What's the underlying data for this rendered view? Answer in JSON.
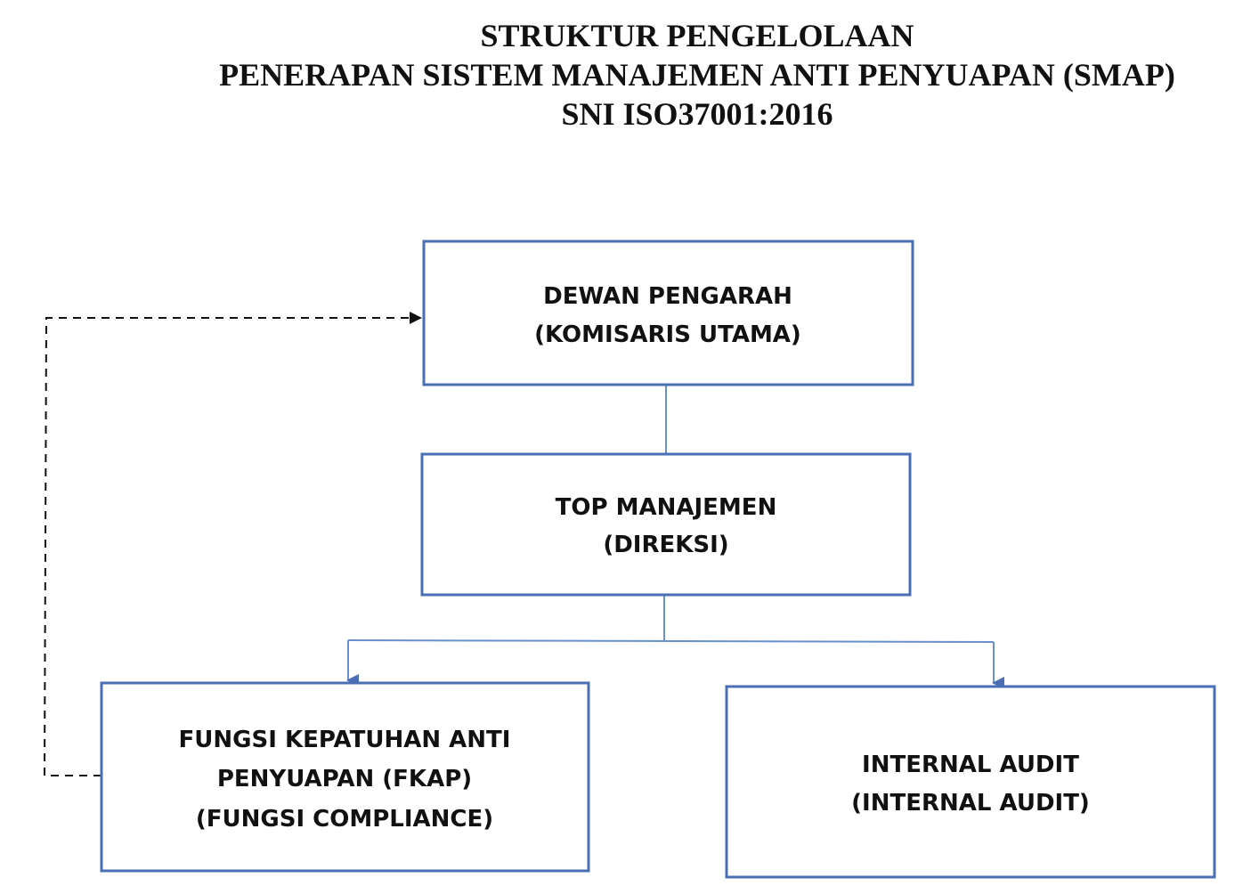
{
  "title": {
    "line1": "STRUKTUR PENGELOLAAN",
    "line2": "PENERAPAN SISTEM MANAJEMEN ANTI PENYUAPAN (SMAP)",
    "line3": "SNI ISO37001:2016"
  },
  "nodes": {
    "dewan": {
      "line1": "DEWAN PENGARAH",
      "line2": "(KOMISARIS UTAMA)"
    },
    "top": {
      "line1": "TOP MANAJEMEN",
      "line2": "(DIREKSI)"
    },
    "fkap": {
      "line1": "FUNGSI KEPATUHAN ANTI",
      "line2": "PENYUAPAN (FKAP)",
      "line3": "(FUNGSI COMPLIANCE)"
    },
    "audit": {
      "line1": "INTERNAL AUDIT",
      "line2": "(INTERNAL AUDIT)"
    }
  },
  "colors": {
    "box_border": "#4a6fb5",
    "connector": "#6a8fcf",
    "dashed_connector": "#111111"
  }
}
